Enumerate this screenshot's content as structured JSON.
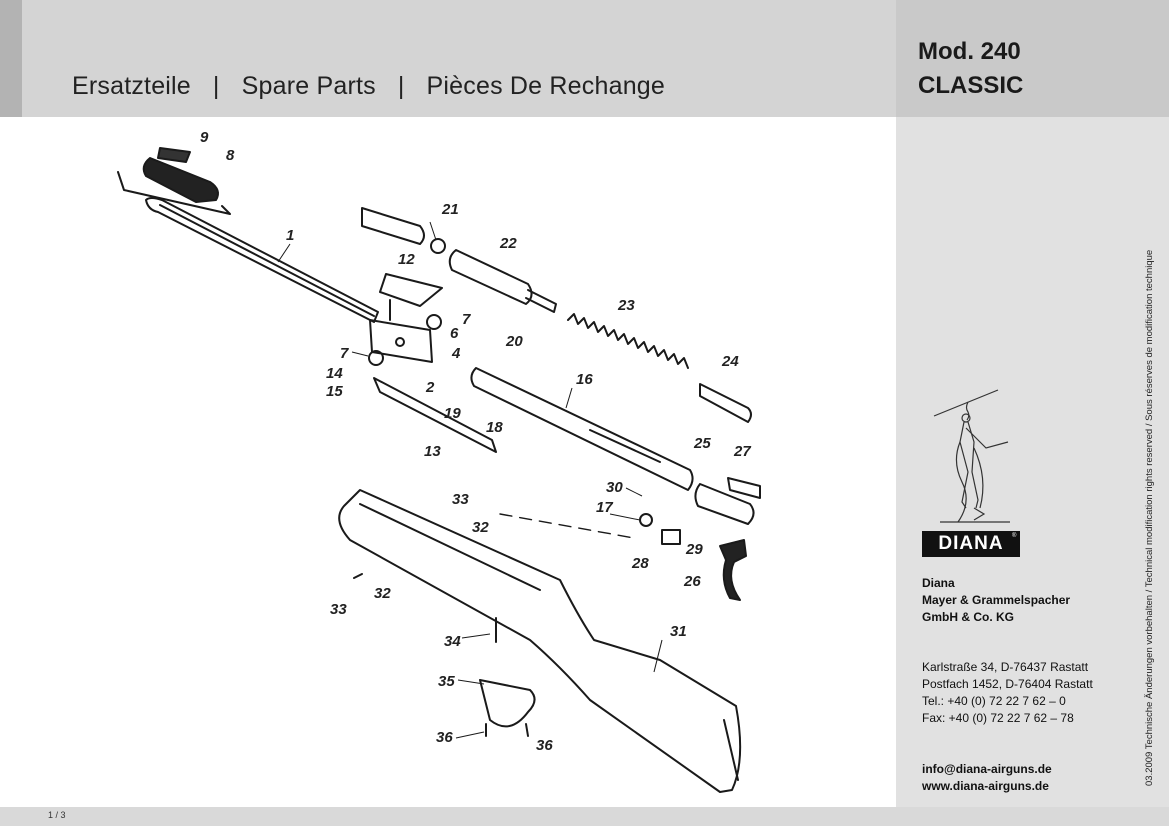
{
  "header": {
    "title_de": "Ersatzteile",
    "title_en": "Spare Parts",
    "title_fr": "Pièces De Rechange",
    "separator": "|"
  },
  "model": {
    "line1": "Mod. 240",
    "line2": "CLASSIC"
  },
  "brand": {
    "logo_text": "DIANA",
    "registered": "®"
  },
  "company": {
    "name_line1": "Diana",
    "name_line2": "Mayer & Grammelspacher",
    "name_line3": "GmbH & Co. KG",
    "address1": "Karlstraße 34, D-76437 Rastatt",
    "address2": "Postfach 1452, D-76404 Rastatt",
    "tel": "Tel.: +40 (0) 72 22 7 62 – 0",
    "fax": "Fax: +40 (0) 72 22 7 62 – 78",
    "email": "info@diana-airguns.de",
    "web": "www.diana-airguns.de"
  },
  "vertical_note": "03.2009 Technische Änderungen vorbehalten / Technical modification rights reserved / Sous  réserves de modification technique",
  "footer": {
    "page": "1 / 3"
  },
  "diagram": {
    "labels": {
      "p1": "1",
      "p2": "2",
      "p4": "4",
      "p6": "6",
      "p7a": "7",
      "p7b": "7",
      "p8": "8",
      "p9": "9",
      "p12": "12",
      "p13": "13",
      "p14": "14",
      "p15": "15",
      "p16": "16",
      "p17": "17",
      "p18": "18",
      "p19": "19",
      "p20": "20",
      "p21": "21",
      "p22": "22",
      "p23": "23",
      "p24": "24",
      "p25": "25",
      "p26": "26",
      "p27": "27",
      "p28": "28",
      "p29": "29",
      "p30": "30",
      "p31": "31",
      "p32a": "32",
      "p32b": "32",
      "p33a": "33",
      "p33b": "33",
      "p34": "34",
      "p35": "35",
      "p36a": "36",
      "p36b": "36"
    }
  }
}
